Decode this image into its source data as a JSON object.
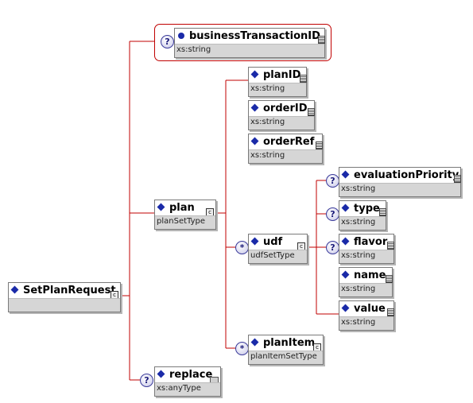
{
  "root": {
    "name": "SetPlanRequest"
  },
  "businessTransactionID": {
    "name": "businessTransactionID",
    "type": "xs:string",
    "badge": "?"
  },
  "plan": {
    "name": "plan",
    "type": "planSetType"
  },
  "planID": {
    "name": "planID",
    "type": "xs:string"
  },
  "orderID": {
    "name": "orderID",
    "type": "xs:string"
  },
  "orderRef": {
    "name": "orderRef",
    "type": "xs:string"
  },
  "udf": {
    "name": "udf",
    "type": "udfSetType",
    "badge": "*"
  },
  "evaluationPriority": {
    "name": "evaluationPriority",
    "type": "xs:string",
    "badge": "?"
  },
  "udfType": {
    "name": "type",
    "type": "xs:string",
    "badge": "?"
  },
  "flavor": {
    "name": "flavor",
    "type": "xs:string",
    "badge": "?"
  },
  "udfName": {
    "name": "name",
    "type": "xs:string"
  },
  "udfValue": {
    "name": "value",
    "type": "xs:string"
  },
  "planItem": {
    "name": "planItem",
    "type": "planItemSetType",
    "badge": "*"
  },
  "replace": {
    "name": "replace",
    "type": "xs:anyType",
    "badge": "?"
  },
  "colors": {
    "connector": "#c00000",
    "node_border": "#7a7a7a",
    "type_band": "#d6d6d6",
    "marker": "#1a2aa8"
  }
}
